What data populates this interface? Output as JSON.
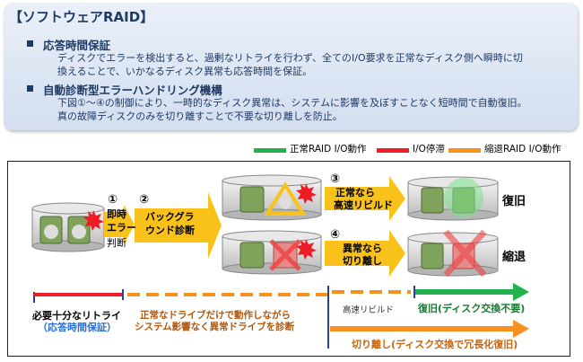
{
  "panel": {
    "title": "【ソフトウェアRAID】",
    "sections": [
      {
        "heading": "応答時間保証",
        "line1": "ディスクでエラーを検出すると、過剰なリトライを行わず、全てのI/O要求を正常なディスク側へ瞬時に切",
        "line2": "換えることで、いかなるディスク異常も応答時間を保証。"
      },
      {
        "heading": "自動診断型エラーハンドリング機構",
        "line1": "下図①～④の制御により、一時的なディスク異常は、システムに影響を及ぼすことなく短時間で自動復旧。",
        "line2": "真の故障ディスクのみを切り離すことで不要な切り離しを防止。"
      }
    ]
  },
  "legend": [
    {
      "label": "正常RAID I/O動作",
      "color": "#22b14c"
    },
    {
      "label": "I/O停滞",
      "color": "#ee1c24"
    },
    {
      "label": "縮退RAID I/O動作",
      "color": "#f7901e"
    }
  ],
  "steps": {
    "s1_num": "①",
    "s1_line1": "即時",
    "s1_line2": "エラー",
    "s1_line3": "判断",
    "s2_num": "②",
    "s2_line1": "バックグラ",
    "s2_line2": "ウンド診断",
    "s3_num": "③",
    "s3_line1": "正常なら",
    "s3_line2": "高速リビルド",
    "s4_num": "④",
    "s4_line1": "異常なら",
    "s4_line2": "切り離し"
  },
  "results": {
    "recover": "復旧",
    "degrade": "縮退"
  },
  "timeline": {
    "retry_line1": "必要十分なリトライ",
    "retry_line2": "（応答時間保証）",
    "diag_line1": "正常なドライブだけで動作しながら",
    "diag_line2": "システム影響なく異常ドライブを診断",
    "rebuild": "高速リビルド",
    "recover_full": "復旧(ディスク交換不要)",
    "detach_full": "切り離し(ディスク交換で冗長化復旧)"
  },
  "colors": {
    "panel_text": "#1f3a64",
    "orange": "#f7901e",
    "yellow_arrow": "#f9c21a",
    "green": "#22b14c",
    "red": "#ee1c24",
    "blue_line": "#2a3f9e"
  }
}
